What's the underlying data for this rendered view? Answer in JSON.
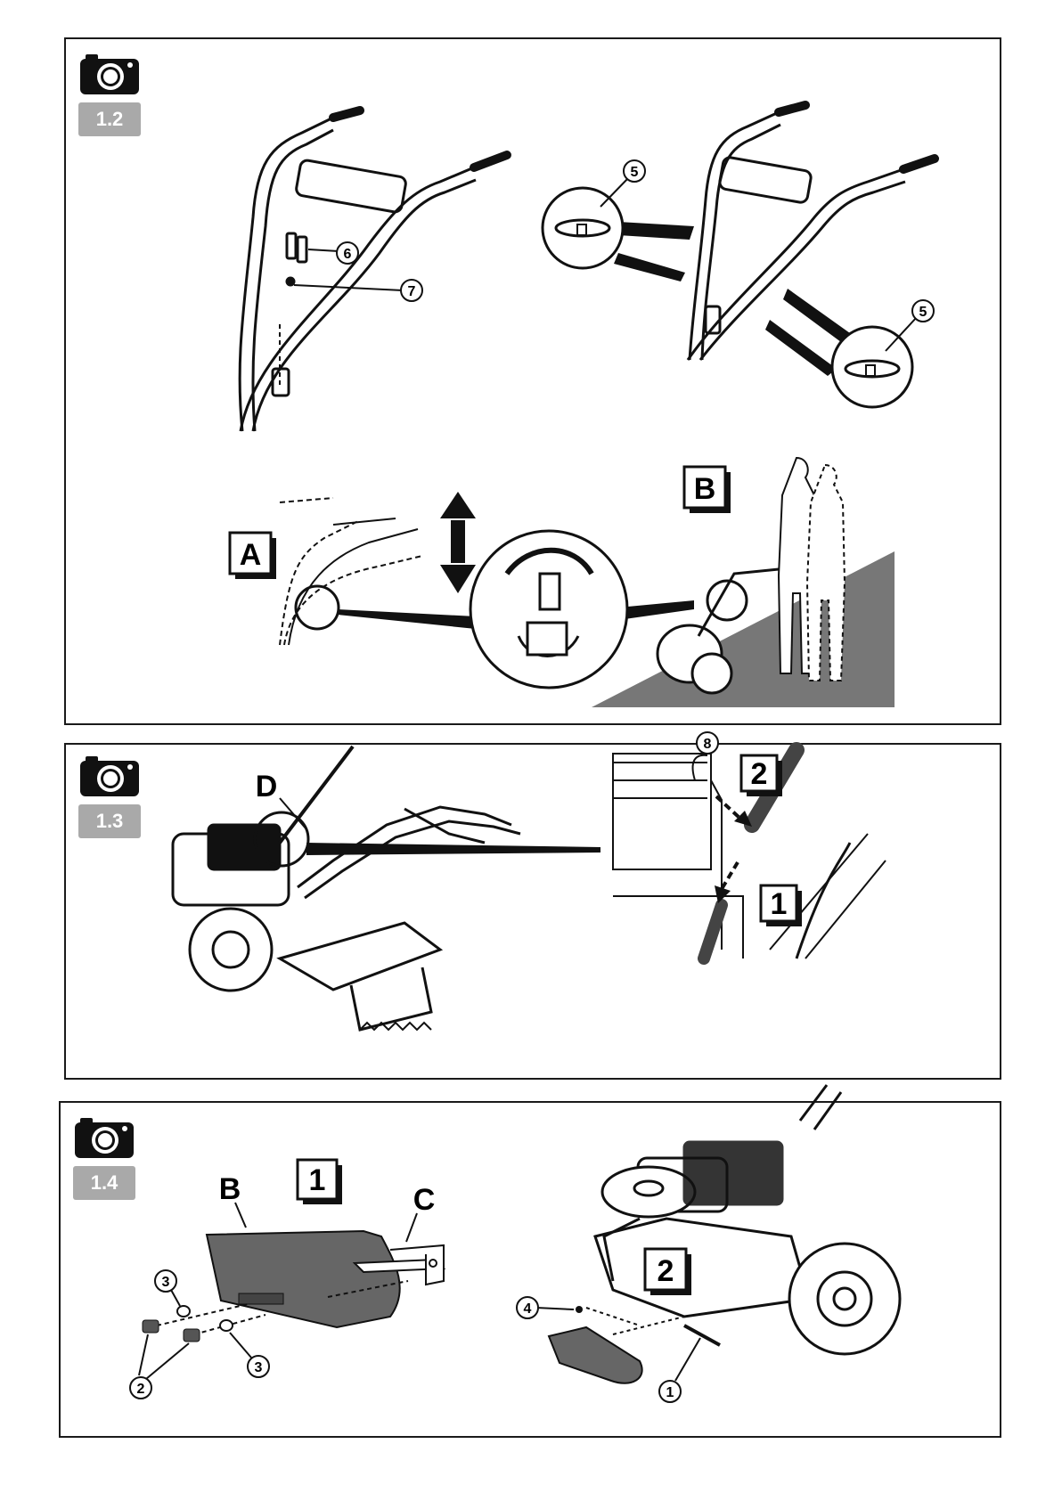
{
  "figures": [
    {
      "number": "1.2"
    },
    {
      "number": "1.3"
    },
    {
      "number": "1.4"
    }
  ],
  "fig12": {
    "callout_5a": "5",
    "callout_5b": "5",
    "callout_6": "6",
    "callout_7": "7",
    "box_a": "A",
    "box_b": "B"
  },
  "fig13": {
    "letter_d": "D",
    "callout_8": "8",
    "box_2": "2",
    "box_1": "1"
  },
  "fig14": {
    "letter_b": "B",
    "letter_c": "C",
    "box_1": "1",
    "box_2": "2",
    "callout_3a": "3",
    "callout_3b": "3",
    "callout_2": "2",
    "callout_4": "4",
    "callout_1": "1"
  }
}
